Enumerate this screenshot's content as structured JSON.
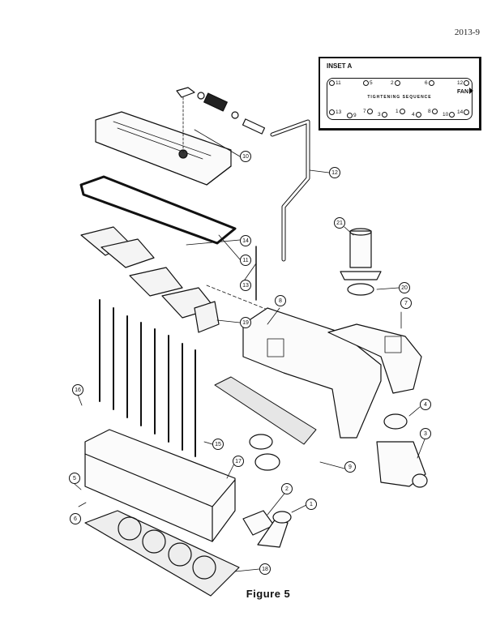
{
  "page_number": "2013-9",
  "figure_caption": "Figure 5",
  "inset": {
    "title": "INSET A",
    "sequence_label": "TIGHTENING SEQUENCE",
    "fan_label": "FAN",
    "top_row": [
      "11",
      "5",
      "2",
      "6",
      "12"
    ],
    "bottom_row": [
      "13",
      "9",
      "7",
      "3",
      "1",
      "4",
      "8",
      "10",
      "14"
    ]
  },
  "callouts": [
    {
      "id": "1"
    },
    {
      "id": "2"
    },
    {
      "id": "3"
    },
    {
      "id": "4"
    },
    {
      "id": "5"
    },
    {
      "id": "6"
    },
    {
      "id": "7"
    },
    {
      "id": "8"
    },
    {
      "id": "9"
    },
    {
      "id": "10"
    },
    {
      "id": "11"
    },
    {
      "id": "12"
    },
    {
      "id": "13"
    },
    {
      "id": "14"
    },
    {
      "id": "15"
    },
    {
      "id": "16"
    },
    {
      "id": "17"
    },
    {
      "id": "18"
    },
    {
      "id": "19"
    },
    {
      "id": "20"
    },
    {
      "id": "21"
    }
  ]
}
